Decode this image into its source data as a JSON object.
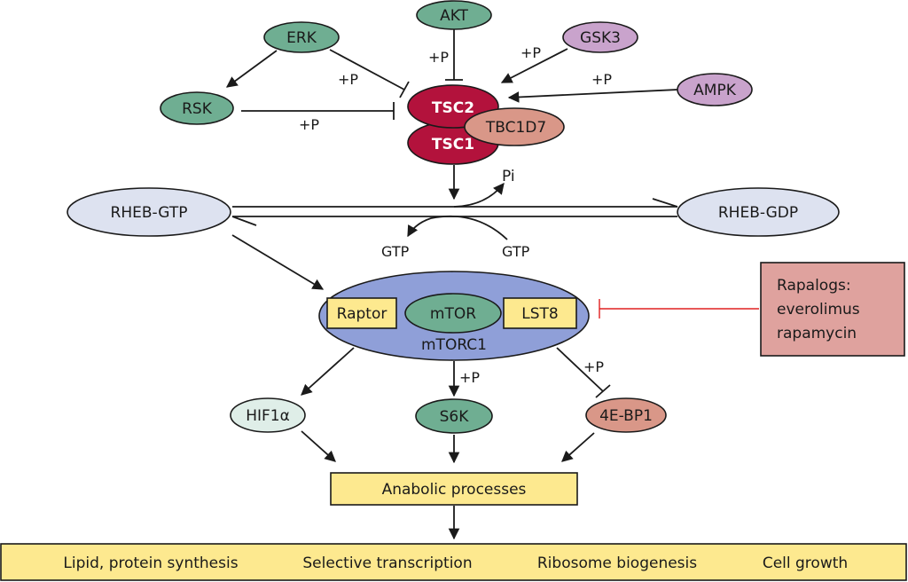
{
  "nodes": {
    "akt": "AKT",
    "erk": "ERK",
    "gsk3": "GSK3",
    "rsk": "RSK",
    "ampk": "AMPK",
    "tsc2": "TSC2",
    "tsc1": "TSC1",
    "tbc1d7": "TBC1D7",
    "rheb_gtp": "RHEB-GTP",
    "rheb_gdp": "RHEB-GDP",
    "mtor": "mTOR",
    "raptor": "Raptor",
    "lst8": "LST8",
    "mtorc1": "mTORC1",
    "hif1a": "HIF1α",
    "s6k": "S6K",
    "ebp1": "4E-BP1",
    "anabolic": "Anabolic processes"
  },
  "edge_labels": {
    "akt_p": "+P",
    "erk_p": "+P",
    "rsk_p": "+P",
    "gsk3_p": "+P",
    "ampk_p": "+P",
    "s6k_p": "+P",
    "ebp1_p": "+P",
    "pi": "Pi",
    "gtp_left": "GTP",
    "gtp_right": "GTP"
  },
  "drug_box": {
    "line1": "Rapalogs:",
    "line2": "everolimus",
    "line3": "rapamycin"
  },
  "outputs": [
    "Lipid, protein synthesis",
    "Selective transcription",
    "Ribosome biogenesis",
    "Cell growth"
  ],
  "colors": {
    "green": "#6fae92",
    "purple": "#c9a3cc",
    "red": "#b3123c",
    "salmon": "#d99788",
    "lavender": "#dde2f0",
    "blue": "#8f9fd8",
    "yellow": "#fde98f",
    "pink_box": "#dfa29e",
    "hif": "#dfeee8",
    "inhibit_red": "#e02020"
  }
}
